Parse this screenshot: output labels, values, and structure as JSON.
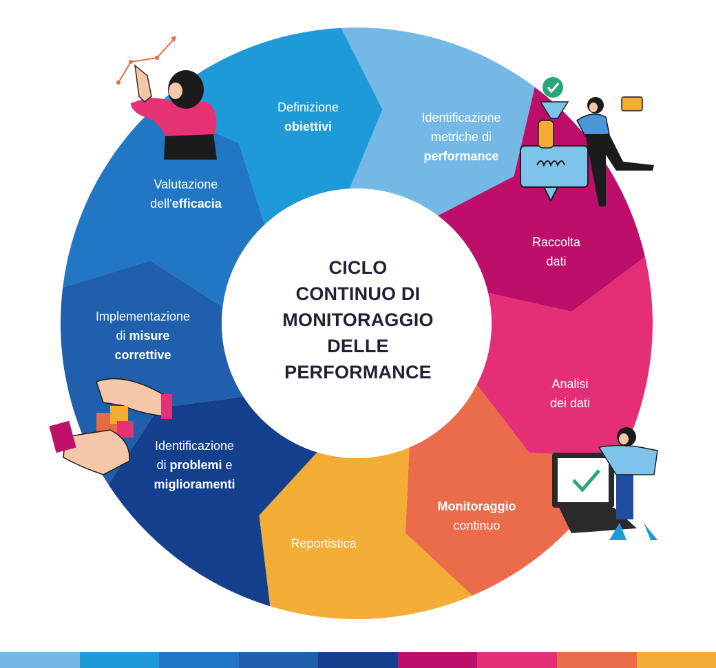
{
  "title_lines": [
    "CICLO",
    "CONTINUO DI",
    "MONITORAGGIO",
    "DELLE",
    "PERFORMANCE"
  ],
  "segments": [
    {
      "id": "definizione-obiettivi",
      "color": "#74b9e6",
      "line1_normal": "Definizione",
      "line1_bold": "",
      "line2_normal": "",
      "line2_bold": "obiettivi",
      "line2_after": "",
      "line3_normal": "",
      "line3_bold": ""
    },
    {
      "id": "identificazione-metriche",
      "color": "#bd0e6a",
      "line1_normal": "Identificazione",
      "line1_bold": "",
      "line2_normal": "metriche di",
      "line2_bold": "",
      "line2_after": "",
      "line3_normal": "",
      "line3_bold": "performance"
    },
    {
      "id": "raccolta-dati",
      "color": "#e42f76",
      "line1_normal": "Raccolta",
      "line1_bold": "",
      "line2_normal": "dati",
      "line2_bold": "",
      "line2_after": "",
      "line3_normal": "",
      "line3_bold": ""
    },
    {
      "id": "analisi-dati",
      "color": "#ea6c4b",
      "line1_normal": "Analisi",
      "line1_bold": "",
      "line2_normal": "dei dati",
      "line2_bold": "",
      "line2_after": "",
      "line3_normal": "",
      "line3_bold": ""
    },
    {
      "id": "monitoraggio-continuo",
      "color": "#f3ad36",
      "line1_normal": "",
      "line1_bold": "Monitoraggio",
      "line2_normal": "continuo",
      "line2_bold": "",
      "line2_after": "",
      "line3_normal": "",
      "line3_bold": ""
    },
    {
      "id": "reportistica",
      "color": "#133f8d",
      "line1_normal": "Reportistica",
      "line1_bold": "",
      "line2_normal": "",
      "line2_bold": "",
      "line2_after": "",
      "line3_normal": "",
      "line3_bold": ""
    },
    {
      "id": "identificazione-problemi",
      "color": "#1f5fab",
      "line1_normal": "Identificazione",
      "line1_bold": "",
      "line2_normal": "di ",
      "line2_bold": "problemi",
      "line2_after": " e",
      "line3_normal": "",
      "line3_bold": "miglioramenti"
    },
    {
      "id": "implementazione-misure",
      "color": "#2277c4",
      "line1_normal": "Implementazione",
      "line1_bold": "",
      "line2_normal": "di ",
      "line2_bold": "misure",
      "line2_after": "",
      "line3_normal": "",
      "line3_bold": "correttive"
    },
    {
      "id": "valutazione-efficacia",
      "color": "#1f9ad9",
      "line1_normal": "Valutazione",
      "line1_bold": "",
      "line2_normal": "dell'",
      "line2_bold": "efficacia",
      "line2_after": "",
      "line3_normal": "",
      "line3_bold": ""
    }
  ],
  "bottom_bar_colors": [
    "#74b9e6",
    "#1f9ad9",
    "#2277c4",
    "#1f5fab",
    "#133f8d",
    "#bd0e6a",
    "#e42f76",
    "#ea6c4b",
    "#f3ad36"
  ],
  "title_color": "#1f2233"
}
